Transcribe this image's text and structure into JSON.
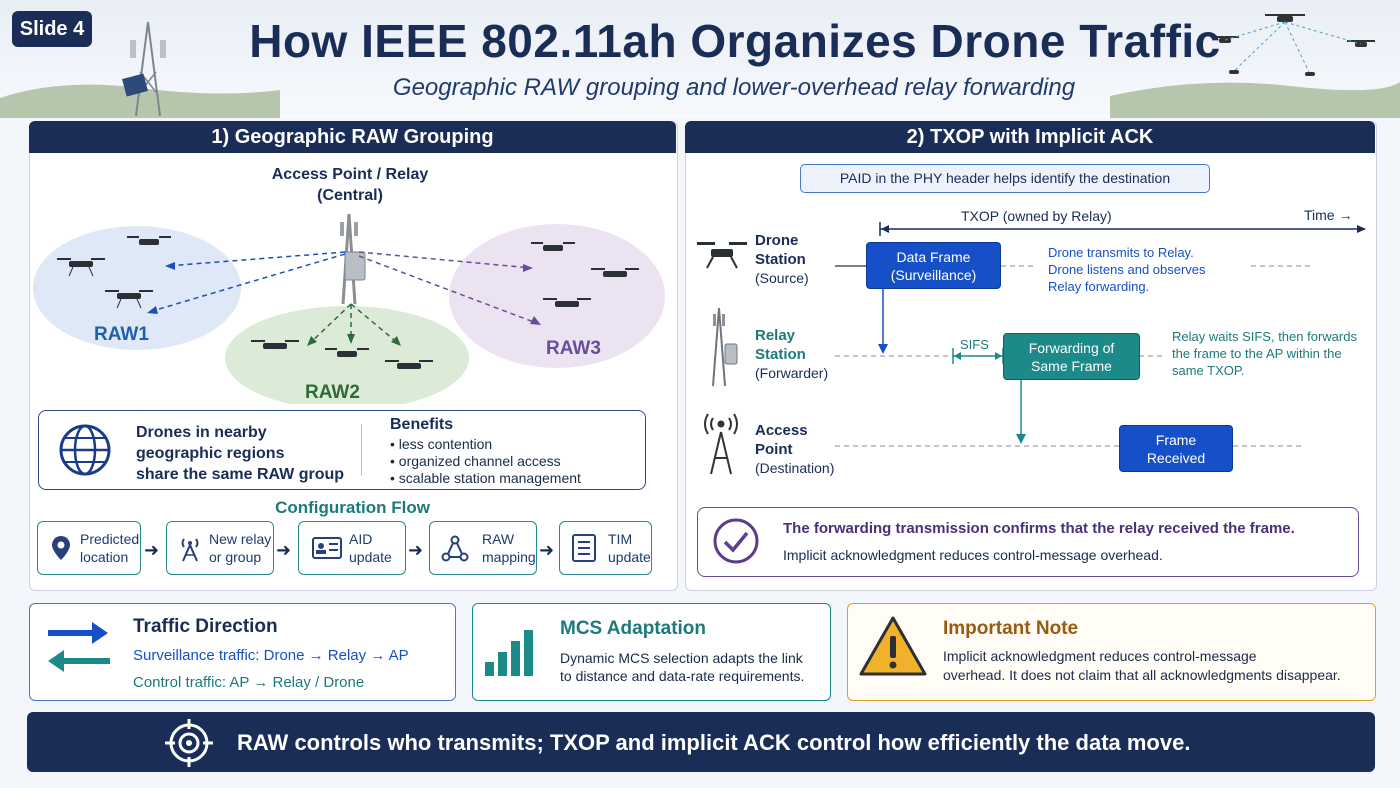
{
  "slide_badge": "Slide 4",
  "title": "How IEEE 802.11ah Organizes Drone Traffic",
  "subtitle": "Geographic RAW grouping and lower-overhead relay forwarding",
  "left_panel": {
    "heading": "1) Geographic RAW Grouping",
    "ap_label_line1": "Access Point / Relay",
    "ap_label_line2": "(Central)",
    "raw_groups": [
      {
        "label": "RAW1",
        "color": "#1f5fae"
      },
      {
        "label": "RAW2",
        "color": "#2e6b38"
      },
      {
        "label": "RAW3",
        "color": "#6a4d9a"
      }
    ],
    "info_main_line1": "Drones in nearby",
    "info_main_line2": "geographic regions",
    "info_main_line3": "share the same RAW group",
    "benefits_title": "Benefits",
    "benefits": [
      "less contention",
      "organized channel access",
      "scalable station management"
    ],
    "config_title": "Configuration Flow",
    "config_steps": [
      {
        "line1": "Predicted",
        "line2": "location",
        "icon": "location-pin-icon"
      },
      {
        "line1": "New relay",
        "line2": "or group",
        "icon": "antenna-icon"
      },
      {
        "line1": "AID",
        "line2": "update",
        "icon": "id-card-icon"
      },
      {
        "line1": "RAW",
        "line2": "mapping",
        "icon": "network-icon"
      },
      {
        "line1": "TIM",
        "line2": "update",
        "icon": "document-icon"
      }
    ]
  },
  "right_panel": {
    "heading": "2) TXOP with Implicit ACK",
    "paid_note": "PAID in the PHY header helps identify the destination",
    "txop_label": "TXOP (owned by Relay)",
    "time_label": "Time →",
    "drone_station": {
      "line1": "Drone",
      "line2": "Station",
      "line3": "(Source)"
    },
    "relay_station": {
      "line1": "Relay",
      "line2": "Station",
      "line3": "(Forwarder)"
    },
    "access_point": {
      "line1": "Access",
      "line2": "Point",
      "line3": "(Destination)"
    },
    "data_frame": {
      "line1": "Data Frame",
      "line2": "(Surveillance)"
    },
    "drone_note": [
      "Drone transmits to Relay.",
      "Drone listens and observes",
      "Relay forwarding."
    ],
    "sifs_label": "SIFS",
    "forward_frame": {
      "line1": "Forwarding of",
      "line2": "Same Frame"
    },
    "relay_note": [
      "Relay waits SIFS, then forwards",
      "the frame to the AP within the",
      "same TXOP."
    ],
    "frame_received": {
      "line1": "Frame",
      "line2": "Received"
    },
    "confirm_title": "The forwarding transmission confirms that the relay received the frame.",
    "confirm_text": "Implicit acknowledgment reduces control-message overhead."
  },
  "traffic_card": {
    "title": "Traffic Direction",
    "line1": "Surveillance traffic: Drone → Relay → AP",
    "line2": "Control traffic: AP → Relay / Drone"
  },
  "mcs_card": {
    "title": "MCS Adaptation",
    "line1": "Dynamic MCS selection adapts the link",
    "line2": "to distance and data-rate requirements."
  },
  "note_card": {
    "title": "Important Note",
    "line1": "Implicit acknowledgment reduces control-message",
    "line2": "overhead. It does not claim that all acknowledgments disappear."
  },
  "footer": "RAW controls who transmits; TXOP and implicit ACK control how efficiently the data move.",
  "colors": {
    "navy": "#1a2d57",
    "teal": "#1d8a8a",
    "blue": "#1650c8",
    "amber": "#e0a020"
  }
}
